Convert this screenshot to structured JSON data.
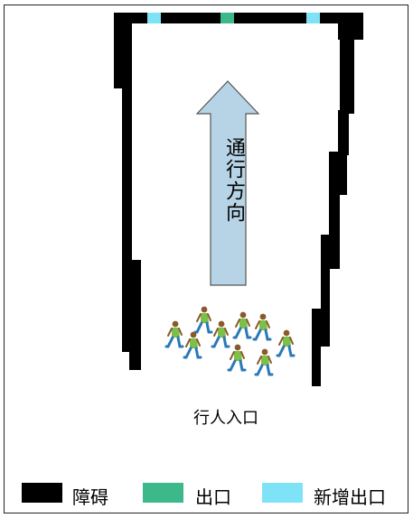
{
  "colors": {
    "obstacle": "#000000",
    "exit": "#3cb88a",
    "new_exit": "#7fe3f7",
    "arrow_fill": "#b7d4e6",
    "arrow_stroke": "#555555",
    "person_shirt": "#7cc04a",
    "person_pants": "#2a78b8",
    "person_skin": "#8a5a2b"
  },
  "arrow": {
    "text": "通行方向"
  },
  "entrance_label": "行人入口",
  "legend": [
    {
      "key": "obstacle",
      "label": "障碍"
    },
    {
      "key": "exit",
      "label": "出口"
    },
    {
      "key": "new_exit",
      "label": "新增出口"
    }
  ],
  "icons": {
    "pedestrian": "person-walking-icon"
  }
}
